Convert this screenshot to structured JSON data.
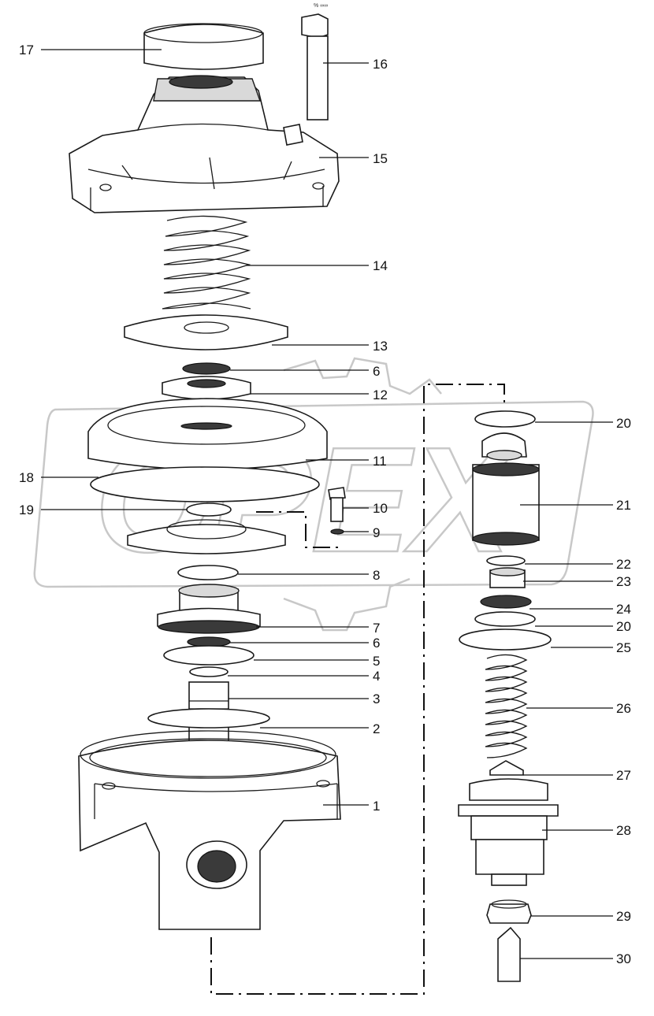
{
  "diagram": {
    "tiny_mark": "% ∞∞",
    "callouts": [
      {
        "id": "c17",
        "label": "17"
      },
      {
        "id": "c16",
        "label": "16"
      },
      {
        "id": "c15",
        "label": "15"
      },
      {
        "id": "c14",
        "label": "14"
      },
      {
        "id": "c13",
        "label": "13"
      },
      {
        "id": "c6a",
        "label": "6"
      },
      {
        "id": "c12",
        "label": "12"
      },
      {
        "id": "c11",
        "label": "11"
      },
      {
        "id": "c18",
        "label": "18"
      },
      {
        "id": "c19",
        "label": "19"
      },
      {
        "id": "c10",
        "label": "10"
      },
      {
        "id": "c9",
        "label": "9"
      },
      {
        "id": "c8",
        "label": "8"
      },
      {
        "id": "c7",
        "label": "7"
      },
      {
        "id": "c6b",
        "label": "6"
      },
      {
        "id": "c5",
        "label": "5"
      },
      {
        "id": "c4",
        "label": "4"
      },
      {
        "id": "c3",
        "label": "3"
      },
      {
        "id": "c2",
        "label": "2"
      },
      {
        "id": "c1",
        "label": "1"
      },
      {
        "id": "c20a",
        "label": "20"
      },
      {
        "id": "c21",
        "label": "21"
      },
      {
        "id": "c22",
        "label": "22"
      },
      {
        "id": "c23",
        "label": "23"
      },
      {
        "id": "c24",
        "label": "24"
      },
      {
        "id": "c20b",
        "label": "20"
      },
      {
        "id": "c25",
        "label": "25"
      },
      {
        "id": "c26",
        "label": "26"
      },
      {
        "id": "c27",
        "label": "27"
      },
      {
        "id": "c28",
        "label": "28"
      },
      {
        "id": "c29",
        "label": "29"
      },
      {
        "id": "c30",
        "label": "30"
      }
    ],
    "watermark": "OPEX"
  }
}
